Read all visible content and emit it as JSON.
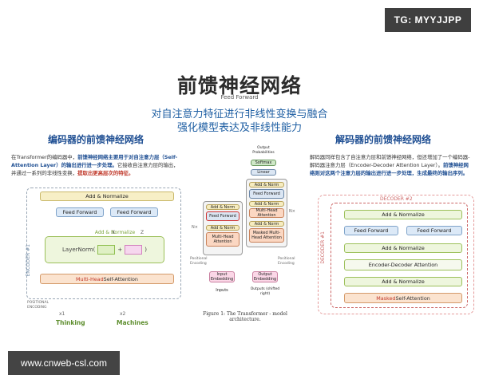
{
  "watermark": "TG: MYYJJPP",
  "site_label": "www.cnweb-csl.com",
  "header": {
    "title": "前馈神经网络",
    "subtitle": "Feed Forward",
    "tagline_line1": "对自注意力特征进行非线性变换与融合",
    "tagline_line2": "强化模型表达及非线性能力"
  },
  "encoder": {
    "title": "编码器的前馈神经网络",
    "desc_a": "在Transformer的编码器中，",
    "desc_b": "前馈神经网络主要用于对自注意力层（Self-Attention Layer）的输出进行进一步处理。",
    "desc_c": "它接收自注意力层的输出，并通过一系列的非线性变换，",
    "desc_d": "提取出更高层次的特征。",
    "diagram": {
      "add_norm_top": "Add & Normalize",
      "ff_left": "Feed Forward",
      "ff_right": "Feed Forward",
      "add_norm_mid": "Add & Normalize",
      "layernorm": "LayerNorm(",
      "layernorm_close": ")",
      "x_label": "X",
      "z_label": "Z",
      "self_attention_prefix": "Multi-Head",
      "self_attention_suffix": " Self-Attention",
      "side_label": "ENCODER #1",
      "positional": "POSITIONAL ENCODING",
      "x1": "x1",
      "x2": "x2",
      "token1": "Thinking",
      "token2": "Machines"
    }
  },
  "transformer": {
    "output_probs": "Output Probabilities",
    "softmax": "Softmax",
    "linear": "Linear",
    "add_norm": "Add & Norm",
    "feed_forward": "Feed Forward",
    "mha": "Multi-Head Attention",
    "masked_mha": "Masked Multi-Head Attention",
    "nx": "N×",
    "pos_enc": "Positional Encoding",
    "input_emb": "Input Embedding",
    "output_emb": "Output Embedding",
    "inputs": "Inputs",
    "outputs": "Outputs (shifted right)",
    "caption": "Figure 1: The Transformer - model architecture."
  },
  "decoder": {
    "title": "解码器的前馈神经网络",
    "desc_a": "解码器同样包含了自注意力层和前馈神经网络，但还增加了一个编码器-解码器注意力层（Encoder-Decoder Attention Layer）。",
    "desc_b": "前馈神经网络则对这两个注意力层的输出进行进一步处理，生成最终的输出序列。",
    "diagram": {
      "tag": "DECODER #2",
      "side": "DECODER #1",
      "add_norm_1": "Add & Normalize",
      "ff_left": "Feed Forward",
      "ff_right": "Feed Forward",
      "add_norm_2": "Add & Normalize",
      "enc_dec": "Encoder-Decoder Attention",
      "add_norm_3": "Add & Normalize",
      "masked_prefix": "Masked",
      "masked_suffix": " Self-Attention"
    }
  },
  "colors": {
    "accent_blue": "#1f5fa3",
    "heading_blue": "#1f4f93",
    "encoder_green": "#5e8e2e",
    "decoder_red": "#c0392b"
  }
}
